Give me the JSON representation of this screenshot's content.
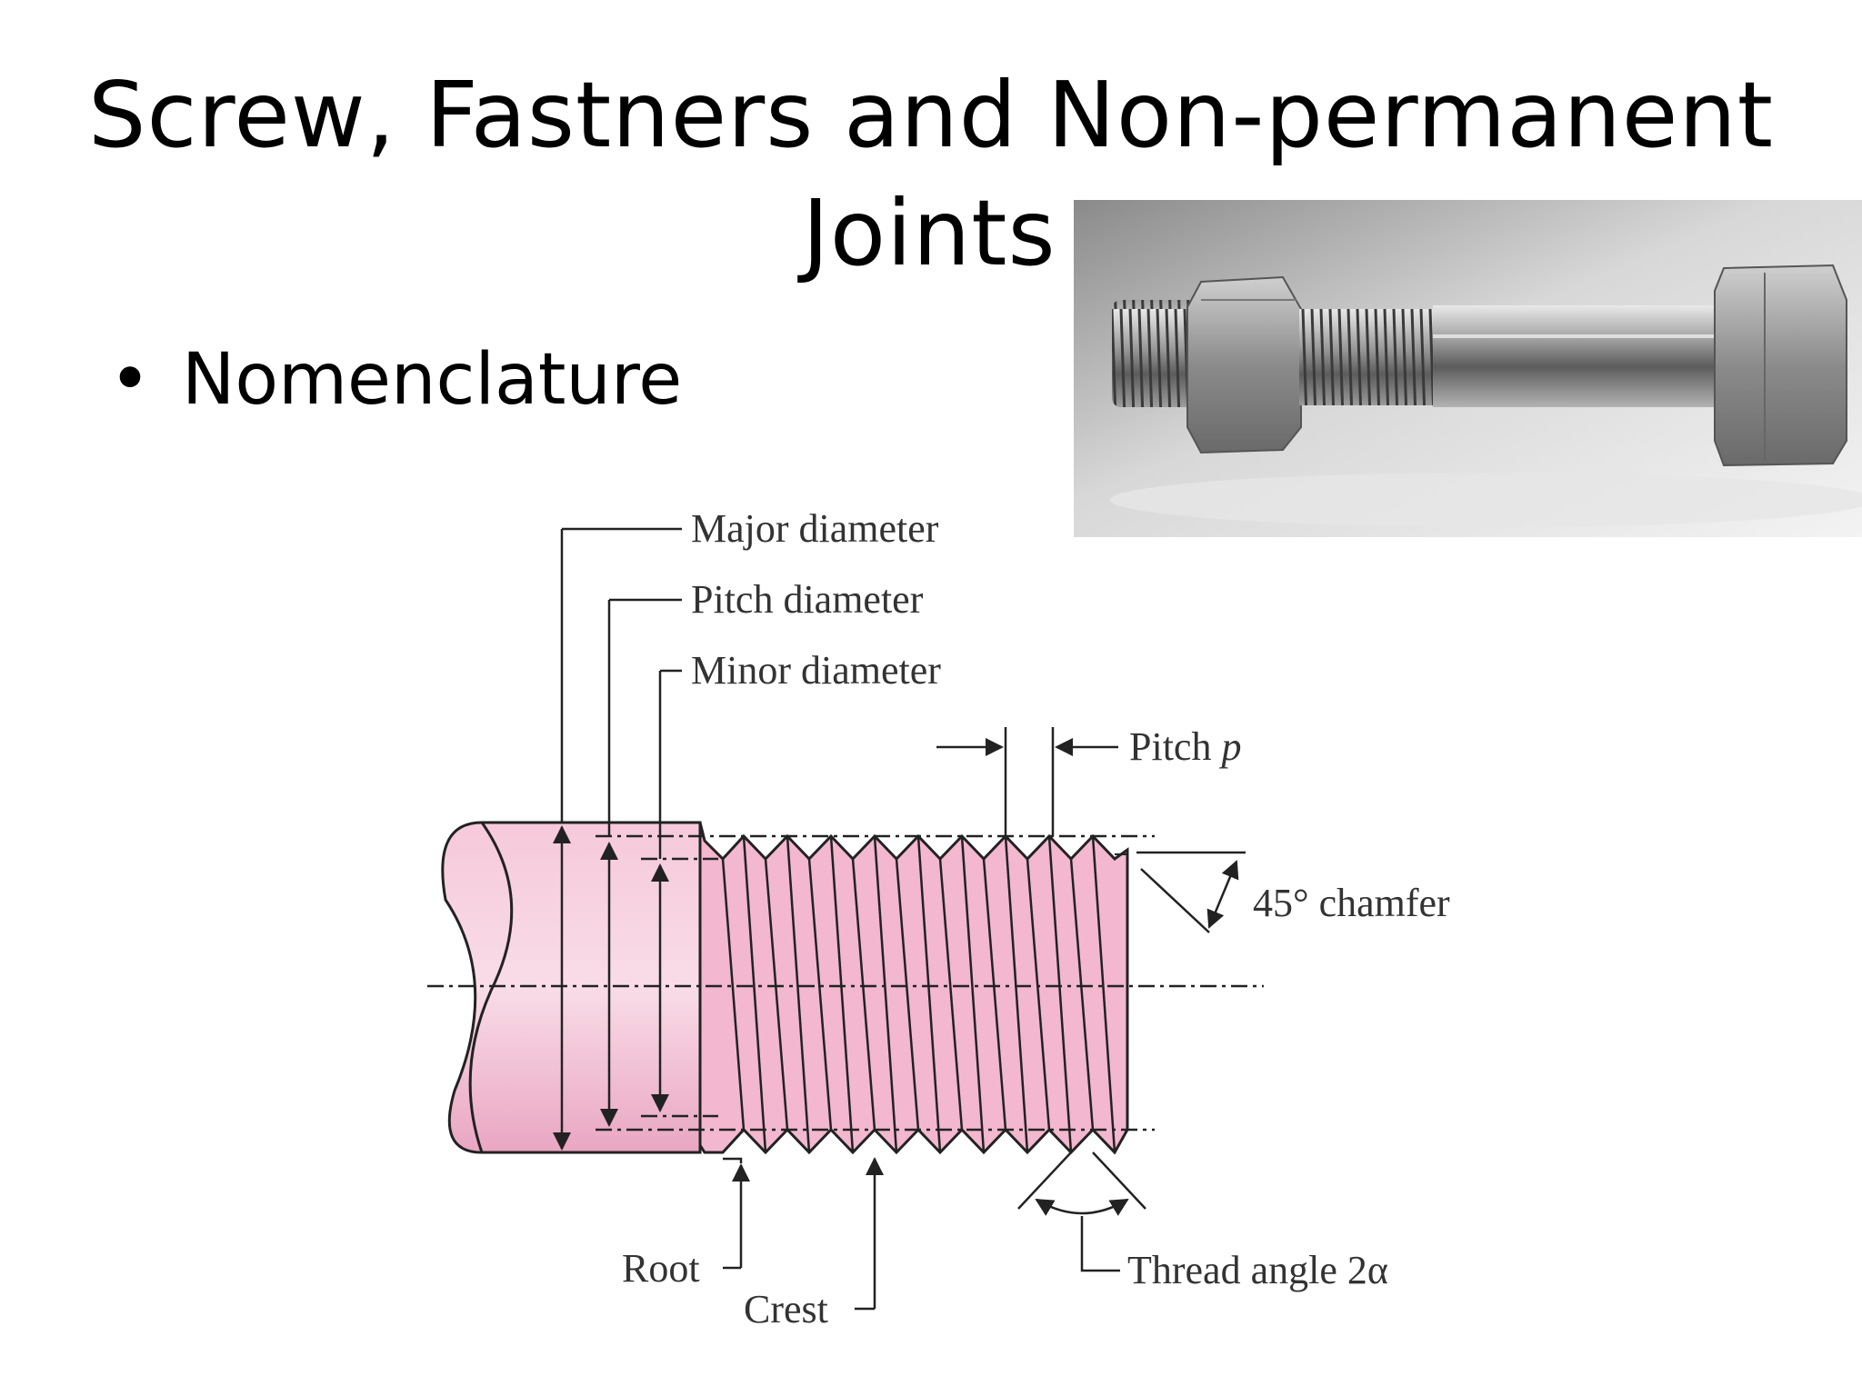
{
  "title": {
    "line1": "Screw, Fastners and Non-permanent",
    "line2": "Joints"
  },
  "bullet": {
    "symbol": "•",
    "text": "Nomenclature"
  },
  "photo": {
    "subject": "bolt-with-nut"
  },
  "diagram": {
    "labels": {
      "major_diameter": "Major diameter",
      "pitch_diameter": "Pitch diameter",
      "minor_diameter": "Minor diameter",
      "pitch": "Pitch",
      "pitch_symbol": "p",
      "chamfer": "45° chamfer",
      "root": "Root",
      "crest": "Crest",
      "thread_angle": "Thread angle 2α"
    },
    "colors": {
      "fill": "#f3bcd2",
      "fill_dark": "#e79ebd",
      "line": "#222222"
    }
  }
}
